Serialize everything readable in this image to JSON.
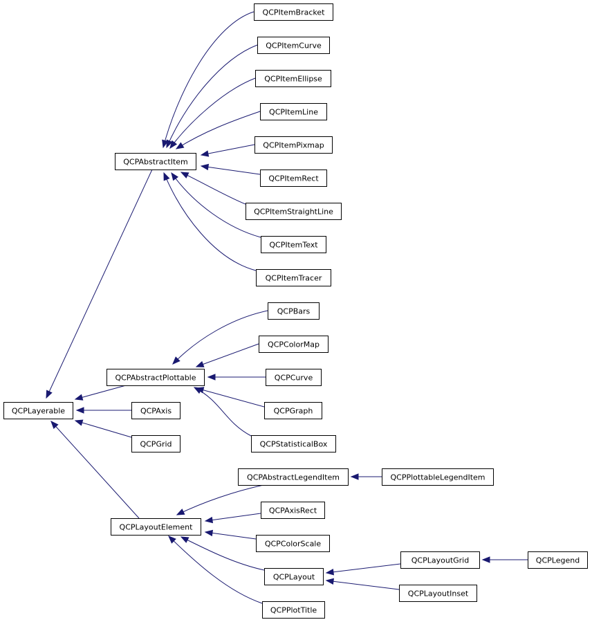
{
  "diagram": {
    "colors": {
      "edge": "#191970",
      "node_border": "#000000",
      "node_fill": "#ffffff"
    },
    "nodes": [
      {
        "id": "QCPLayerable",
        "label": "QCPLayerable"
      },
      {
        "id": "QCPAbstractItem",
        "label": "QCPAbstractItem"
      },
      {
        "id": "QCPAbstractPlottable",
        "label": "QCPAbstractPlottable"
      },
      {
        "id": "QCPAxis",
        "label": "QCPAxis"
      },
      {
        "id": "QCPGrid",
        "label": "QCPGrid"
      },
      {
        "id": "QCPLayoutElement",
        "label": "QCPLayoutElement"
      },
      {
        "id": "QCPItemBracket",
        "label": "QCPItemBracket"
      },
      {
        "id": "QCPItemCurve",
        "label": "QCPItemCurve"
      },
      {
        "id": "QCPItemEllipse",
        "label": "QCPItemEllipse"
      },
      {
        "id": "QCPItemLine",
        "label": "QCPItemLine"
      },
      {
        "id": "QCPItemPixmap",
        "label": "QCPItemPixmap"
      },
      {
        "id": "QCPItemRect",
        "label": "QCPItemRect"
      },
      {
        "id": "QCPItemStraightLine",
        "label": "QCPItemStraightLine"
      },
      {
        "id": "QCPItemText",
        "label": "QCPItemText"
      },
      {
        "id": "QCPItemTracer",
        "label": "QCPItemTracer"
      },
      {
        "id": "QCPBars",
        "label": "QCPBars"
      },
      {
        "id": "QCPColorMap",
        "label": "QCPColorMap"
      },
      {
        "id": "QCPCurve",
        "label": "QCPCurve"
      },
      {
        "id": "QCPGraph",
        "label": "QCPGraph"
      },
      {
        "id": "QCPStatisticalBox",
        "label": "QCPStatisticalBox"
      },
      {
        "id": "QCPAbstractLegendItem",
        "label": "QCPAbstractLegendItem"
      },
      {
        "id": "QCPPlottableLegendItem",
        "label": "QCPPlottableLegendItem"
      },
      {
        "id": "QCPAxisRect",
        "label": "QCPAxisRect"
      },
      {
        "id": "QCPColorScale",
        "label": "QCPColorScale"
      },
      {
        "id": "QCPLayout",
        "label": "QCPLayout"
      },
      {
        "id": "QCPLayoutGrid",
        "label": "QCPLayoutGrid"
      },
      {
        "id": "QCPLegend",
        "label": "QCPLegend"
      },
      {
        "id": "QCPLayoutInset",
        "label": "QCPLayoutInset"
      },
      {
        "id": "QCPPlotTitle",
        "label": "QCPPlotTitle"
      }
    ],
    "edges": [
      {
        "from": "QCPItemBracket",
        "to": "QCPAbstractItem"
      },
      {
        "from": "QCPItemCurve",
        "to": "QCPAbstractItem"
      },
      {
        "from": "QCPItemEllipse",
        "to": "QCPAbstractItem"
      },
      {
        "from": "QCPItemLine",
        "to": "QCPAbstractItem"
      },
      {
        "from": "QCPItemPixmap",
        "to": "QCPAbstractItem"
      },
      {
        "from": "QCPItemRect",
        "to": "QCPAbstractItem"
      },
      {
        "from": "QCPItemStraightLine",
        "to": "QCPAbstractItem"
      },
      {
        "from": "QCPItemText",
        "to": "QCPAbstractItem"
      },
      {
        "from": "QCPItemTracer",
        "to": "QCPAbstractItem"
      },
      {
        "from": "QCPAbstractItem",
        "to": "QCPLayerable"
      },
      {
        "from": "QCPBars",
        "to": "QCPAbstractPlottable"
      },
      {
        "from": "QCPColorMap",
        "to": "QCPAbstractPlottable"
      },
      {
        "from": "QCPCurve",
        "to": "QCPAbstractPlottable"
      },
      {
        "from": "QCPGraph",
        "to": "QCPAbstractPlottable"
      },
      {
        "from": "QCPStatisticalBox",
        "to": "QCPAbstractPlottable"
      },
      {
        "from": "QCPAbstractPlottable",
        "to": "QCPLayerable"
      },
      {
        "from": "QCPAxis",
        "to": "QCPLayerable"
      },
      {
        "from": "QCPGrid",
        "to": "QCPLayerable"
      },
      {
        "from": "QCPLayoutElement",
        "to": "QCPLayerable"
      },
      {
        "from": "QCPPlottableLegendItem",
        "to": "QCPAbstractLegendItem"
      },
      {
        "from": "QCPAbstractLegendItem",
        "to": "QCPLayoutElement"
      },
      {
        "from": "QCPAxisRect",
        "to": "QCPLayoutElement"
      },
      {
        "from": "QCPColorScale",
        "to": "QCPLayoutElement"
      },
      {
        "from": "QCPLayout",
        "to": "QCPLayoutElement"
      },
      {
        "from": "QCPPlotTitle",
        "to": "QCPLayoutElement"
      },
      {
        "from": "QCPLegend",
        "to": "QCPLayoutGrid"
      },
      {
        "from": "QCPLayoutGrid",
        "to": "QCPLayout"
      },
      {
        "from": "QCPLayoutInset",
        "to": "QCPLayout"
      }
    ]
  }
}
